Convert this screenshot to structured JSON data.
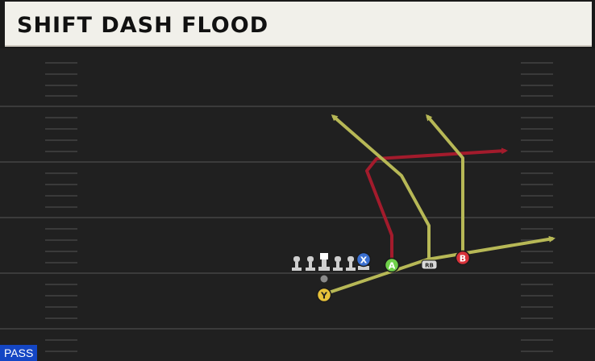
{
  "play": {
    "title": "SHIFT DASH FLOOD",
    "type_tag": "PASS"
  },
  "players": {
    "x": "X",
    "a": "A",
    "b": "B",
    "y": "Y",
    "rb": "RB"
  },
  "colors": {
    "field": "#202020",
    "route_yellow": "#b7b856",
    "route_red": "#a31b2c",
    "x_icon": "#3a6fd0",
    "a_icon": "#6fd04a",
    "b_icon": "#d8323a",
    "y_icon": "#e8c23a",
    "pass_tag": "#1446c4"
  }
}
